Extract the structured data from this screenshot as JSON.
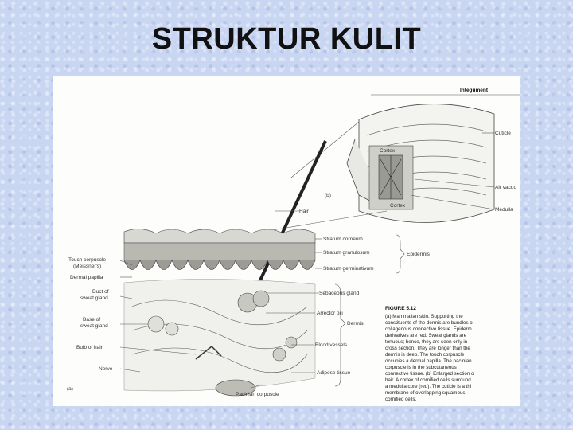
{
  "slide": {
    "title": "STRUKTUR KULIT"
  },
  "figure": {
    "header": "Integument",
    "panel_b": "(b)",
    "panel_a": "(a)",
    "labels_top": {
      "cuticle": "Cuticle",
      "cortex_upper": "Cortex",
      "air_vacuole": "Air vacuo",
      "cortex_lower": "Cortex",
      "medulla": "Medulla"
    },
    "labels_right": {
      "hair": "Hair",
      "stratum_corneum": "Stratum corneum",
      "stratum_granulosum": "Stratum granulosum",
      "stratum_germinativum": "Stratum germinativum",
      "epidermis": "Epidermis",
      "sebaceous_gland": "Sebaceous gland",
      "arrector_pili": "Arrector pili",
      "dermis": "Dermis",
      "blood_vessels": "Blood vessels",
      "adipose_tissue": "Adipose tissue",
      "pacinian_corpuscle": "Pacinian corpuscle"
    },
    "labels_left": {
      "touch_corpuscle_1": "Touch corpuscle",
      "touch_corpuscle_2": "(Meissner's)",
      "dermal_papilla": "Dermal papilla",
      "sweat_duct_1": "Duct of",
      "sweat_duct_2": "sweat gland",
      "sweat_base_1": "Base of",
      "sweat_base_2": "sweat gland",
      "bulb_of_hair": "Bulb of hair",
      "nerve": "Nerve"
    },
    "caption": {
      "heading": "FIGURE 5.12",
      "lines": [
        "(a) Mammalian skin. Supporting the",
        "constituents of the dermis are bundles o",
        "collagenous connective tissue. Epiderm",
        "derivatives are red. Sweat glands are",
        "tortuous; hence, they are seen only in",
        "cross section. They are longer than the",
        "dermis is deep. The touch corpuscle",
        "occupies a dermal papilla. The pacinian",
        "corpuscle is in the subcutaneous",
        "connective tissue. (b) Enlarged section o",
        "hair. A cortex of cornified cells surround",
        "a medulla core (red). The cuticle is a thi",
        "membrane of overlapping squamous",
        "cornified cells."
      ]
    }
  }
}
